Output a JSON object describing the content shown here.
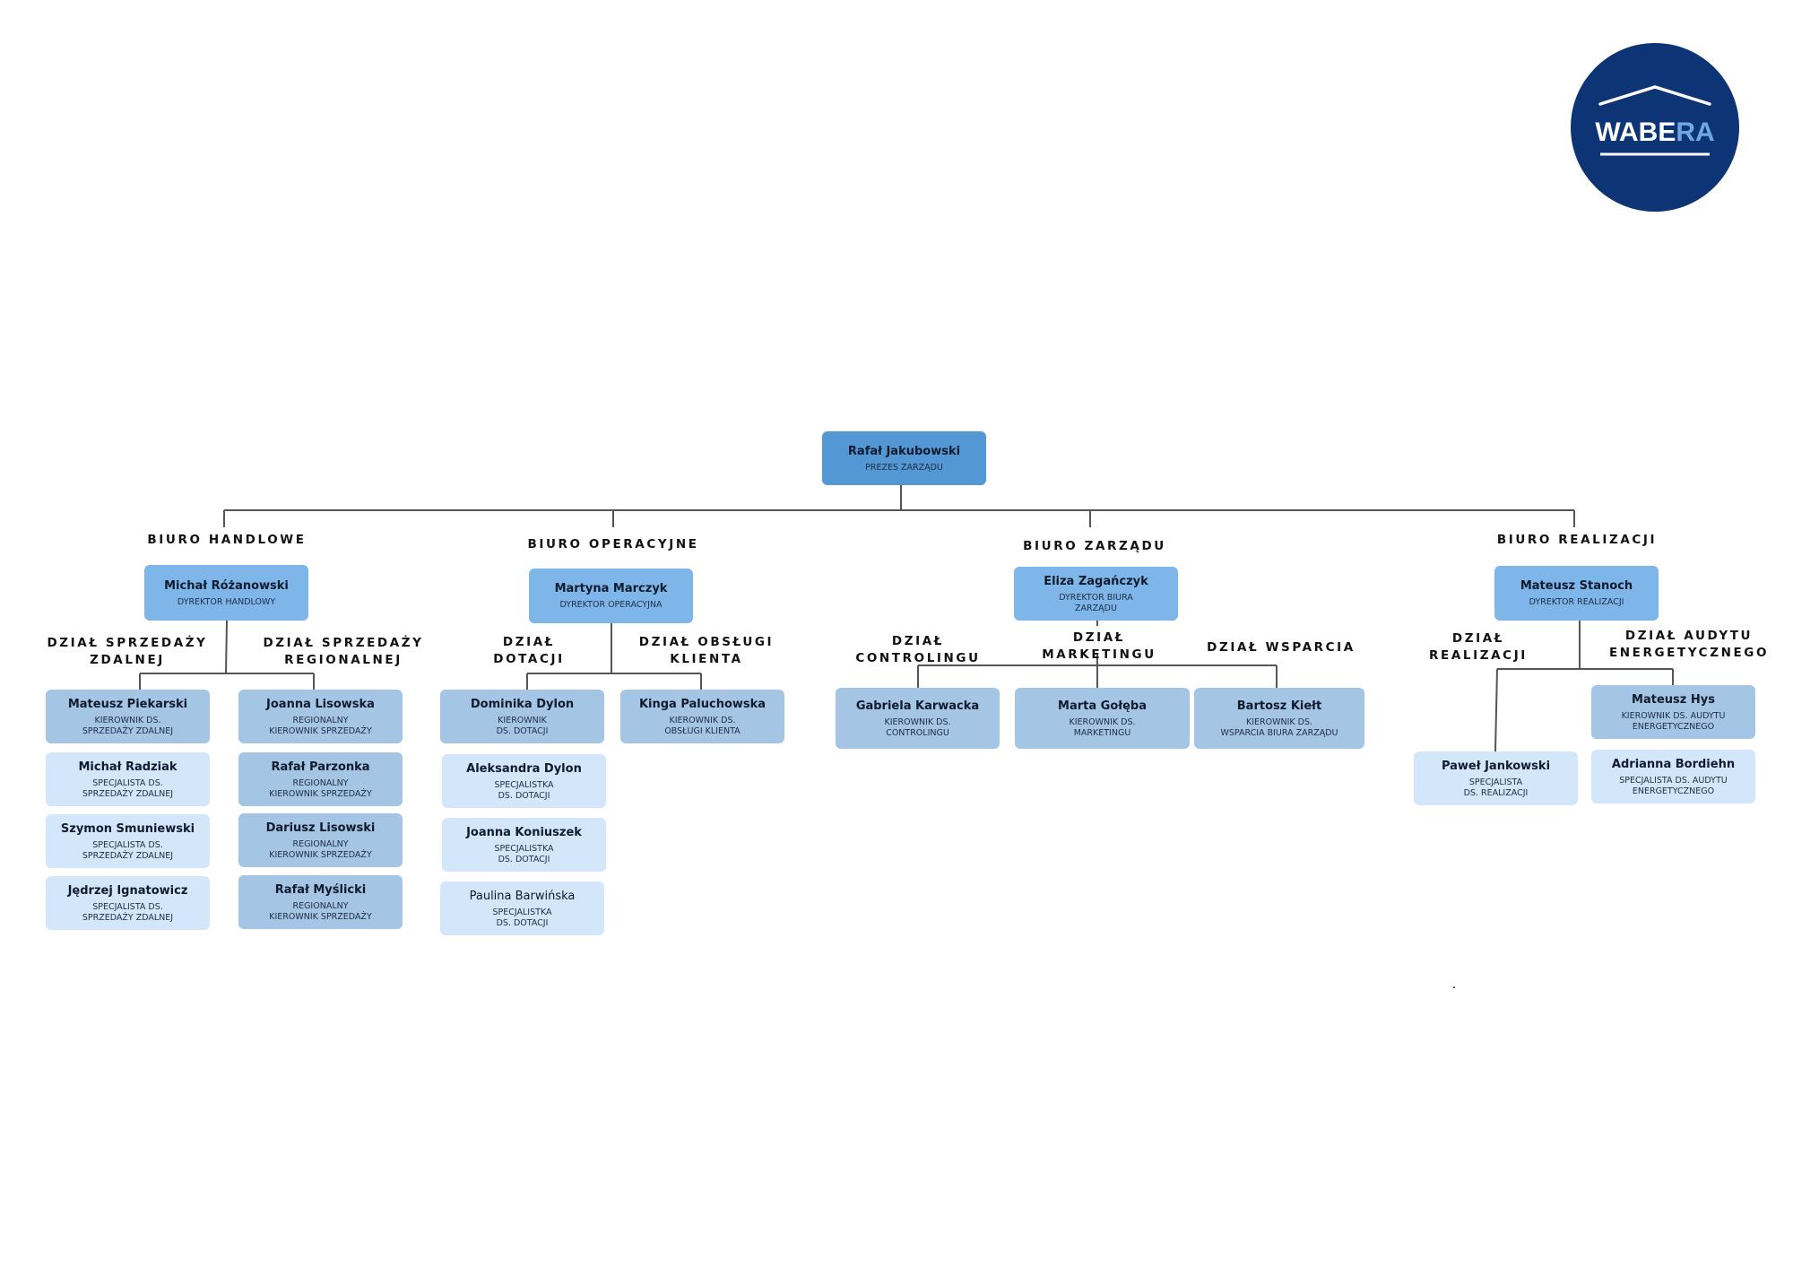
{
  "logo": {
    "text_main": "WABE",
    "text_accent": "RA",
    "bg_color": "#0d3474",
    "accent_color": "#6fa8e4"
  },
  "colors": {
    "top": "#5497d5",
    "director": "#7fb6ea",
    "manager": "#a5c5e4",
    "specialist": "#d3e6fa",
    "line": "#555555"
  },
  "top": {
    "name": "Rafał Jakubowski",
    "role": "PREZES ZARZĄDU"
  },
  "offices": [
    {
      "label": "BIURO HANDLOWE",
      "director": {
        "name": "Michał Różanowski",
        "role": "DYREKTOR HANDLOWY"
      },
      "departments": [
        {
          "label": "DZIAŁ SPRZEDAŻY\nZDALNEJ",
          "people": [
            {
              "name": "Mateusz Piekarski",
              "role": "KIEROWNIK DS.\nSPRZEDAŻY ZDALNEJ"
            },
            {
              "name": "Michał Radziak",
              "role": "SPECJALISTA DS.\nSPRZEDAŻY ZDALNEJ"
            },
            {
              "name": "Szymon Smuniewski",
              "role": "SPECJALISTA DS.\nSPRZEDAŻY ZDALNEJ"
            },
            {
              "name": "Jędrzej Ignatowicz",
              "role": "SPECJALISTA DS.\nSPRZEDAŻY ZDALNEJ"
            }
          ]
        },
        {
          "label": "DZIAŁ SPRZEDAŻY\nREGIONALNEJ",
          "people": [
            {
              "name": "Joanna Lisowska",
              "role": "REGIONALNY\nKIEROWNIK SPRZEDAŻY"
            },
            {
              "name": "Rafał Parzonka",
              "role": "REGIONALNY\nKIEROWNIK SPRZEDAŻY"
            },
            {
              "name": "Dariusz Lisowski",
              "role": "REGIONALNY\nKIEROWNIK SPRZEDAŻY"
            },
            {
              "name": "Rafał Myślicki",
              "role": "REGIONALNY\nKIEROWNIK SPRZEDAŻY"
            }
          ]
        }
      ]
    },
    {
      "label": "BIURO OPERACYJNE",
      "director": {
        "name": "Martyna Marczyk",
        "role": "DYREKTOR OPERACYJNA"
      },
      "departments": [
        {
          "label": "DZIAŁ\nDOTACJI",
          "people": [
            {
              "name": "Dominika Dylon",
              "role": "KIEROWNIK\nDS. DOTACJI"
            },
            {
              "name": "Aleksandra Dylon",
              "role": "SPECJALISTKA\nDS. DOTACJI"
            },
            {
              "name": "Joanna Koniuszek",
              "role": "SPECJALISTKA\nDS. DOTACJI"
            },
            {
              "name": "Paulina Barwińska",
              "role": "SPECJALISTKA\nDS. DOTACJI"
            }
          ]
        },
        {
          "label": "DZIAŁ OBSŁUGI\nKLIENTA",
          "people": [
            {
              "name": "Kinga Paluchowska",
              "role": "KIEROWNIK DS.\nOBSŁUGI KLIENTA"
            }
          ]
        }
      ]
    },
    {
      "label": "BIURO ZARZĄDU",
      "director": {
        "name": "Eliza Zagańczyk",
        "role": "DYREKTOR BIURA\nZARZĄDU"
      },
      "departments": [
        {
          "label": "DZIAŁ\nCONTROLINGU",
          "people": [
            {
              "name": "Gabriela Karwacka",
              "role": "KIEROWNIK DS.\nCONTROLINGU"
            }
          ]
        },
        {
          "label": "DZIAŁ\nMARKETINGU",
          "people": [
            {
              "name": "Marta Gołęba",
              "role": "KIEROWNIK DS.\nMARKETINGU"
            }
          ]
        },
        {
          "label": "DZIAŁ WSPARCIA",
          "people": [
            {
              "name": "Bartosz Kiełt",
              "role": "KIEROWNIK DS.\nWSPARCIA BIURA ZARZĄDU"
            }
          ]
        }
      ]
    },
    {
      "label": "BIURO REALIZACJI",
      "director": {
        "name": "Mateusz Stanoch",
        "role": "DYREKTOR REALIZACJI"
      },
      "departments": [
        {
          "label": "DZIAŁ\nREALIZACJI",
          "people": [
            {
              "name": "Paweł Jankowski",
              "role": "SPECJALISTA\nDS. REALIZACJI"
            }
          ]
        },
        {
          "label": "DZIAŁ AUDYTU\nENERGETYCZNEGO",
          "people": [
            {
              "name": "Mateusz Hys",
              "role": "KIEROWNIK DS. AUDYTU\nENERGETYCZNEGO"
            },
            {
              "name": "Adrianna Bordiehn",
              "role": "SPECJALISTA DS. AUDYTU\nENERGETYCZNEGO"
            }
          ]
        }
      ]
    }
  ]
}
